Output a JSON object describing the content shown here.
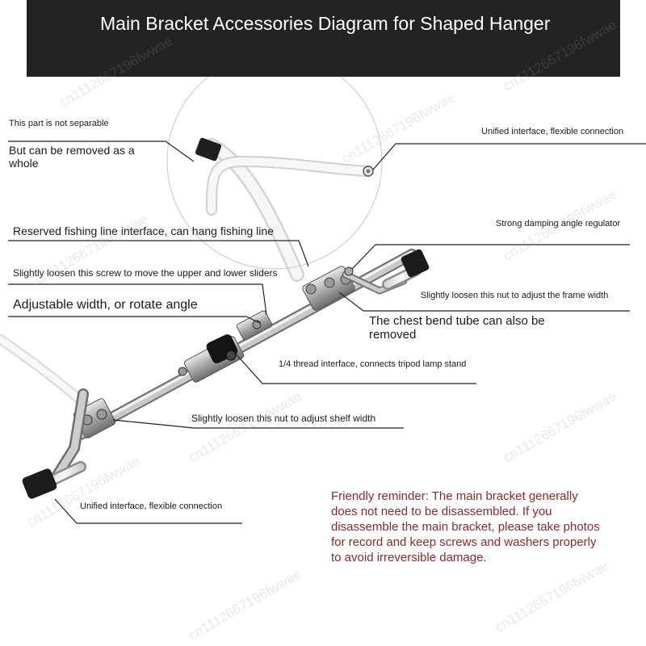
{
  "title": "Main Bracket Accessories Diagram for Shaped Hanger",
  "labels": {
    "not_separable": "This part is not separable",
    "removed_whole": "But can be removed as a whole",
    "unified_top": "Unified interface, flexible connection",
    "fishing_line": "Reserved fishing line interface, can hang fishing line",
    "damping_regulator": "Strong damping angle regulator",
    "loosen_screw_sliders": "Slightly loosen this screw to move the upper and lower sliders",
    "loosen_nut_frame": "Slightly loosen this nut to adjust the frame width",
    "adjustable_width": "Adjustable width, or rotate angle",
    "chest_bend_tube": "The chest bend tube can also be removed",
    "thread_interface": "1/4 thread interface, connects tripod lamp stand",
    "loosen_nut_shelf": "Slightly loosen this nut to adjust shelf width",
    "unified_bottom": "Unified interface, flexible connection"
  },
  "reminder": "Friendly reminder: The main bracket generally does not need to be disassembled. If you disassemble the main bracket, please take photos for record and keep screws and washers properly to avoid irreversible damage.",
  "watermark": "cn1112667196fwwae",
  "colors": {
    "title_bar": "#232323",
    "reminder_text": "#8b2a2a",
    "bracket_steel": "#b8b8b8",
    "knob_black": "#1a1a1a"
  }
}
